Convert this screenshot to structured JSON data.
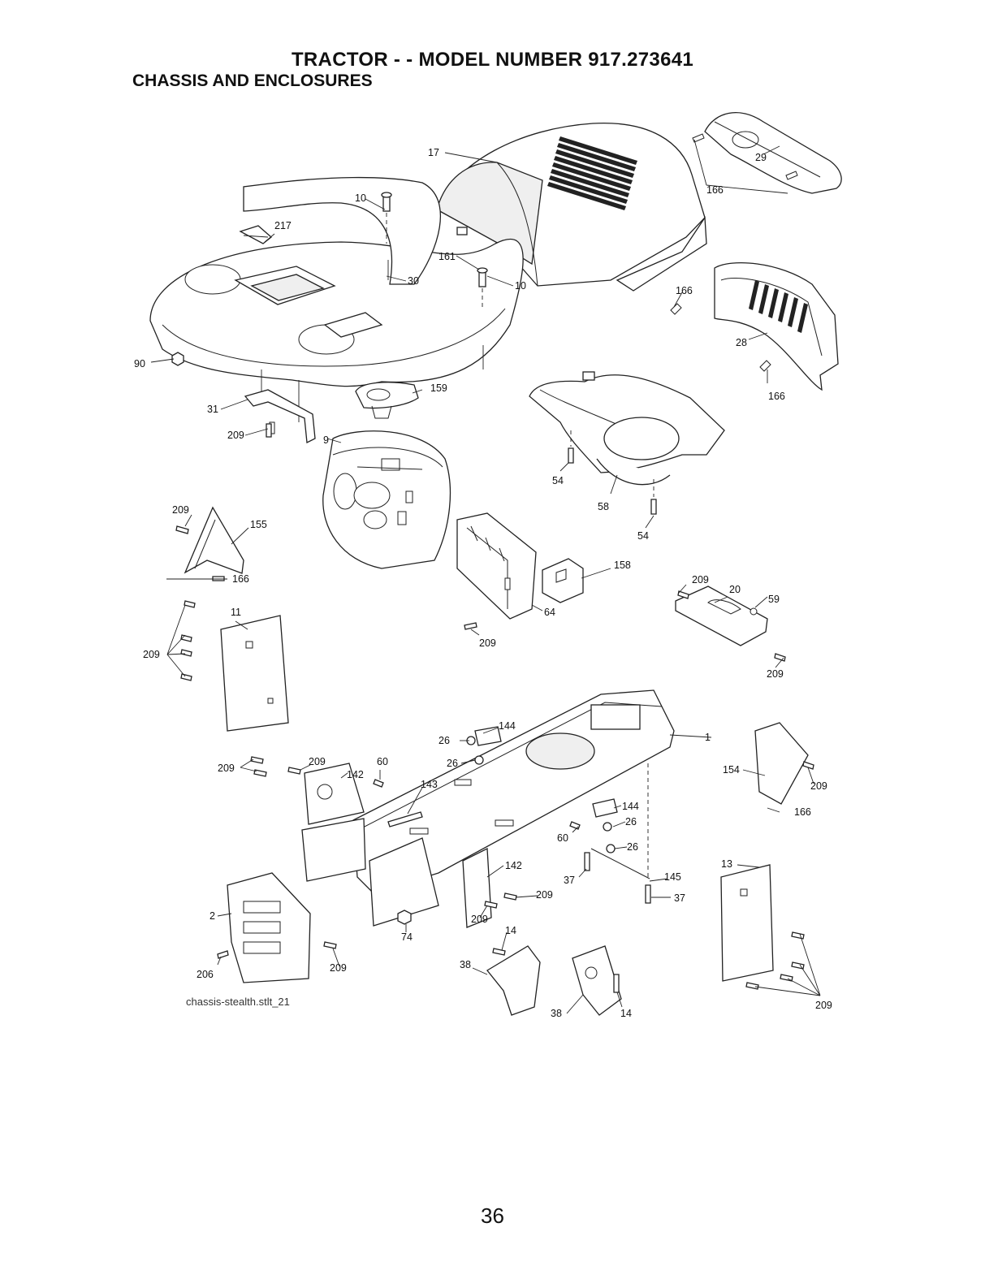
{
  "header": {
    "title": "TRACTOR - - MODEL NUMBER 917.273641",
    "subtitle": "CHASSIS AND ENCLOSURES"
  },
  "callouts": [
    {
      "id": "c-17a",
      "text": "17"
    },
    {
      "id": "c-29",
      "text": "29"
    },
    {
      "id": "c-166a",
      "text": "166"
    },
    {
      "id": "c-10a",
      "text": "10"
    },
    {
      "id": "c-217",
      "text": "217"
    },
    {
      "id": "c-161",
      "text": "161"
    },
    {
      "id": "c-10b",
      "text": "10"
    },
    {
      "id": "c-30",
      "text": "30"
    },
    {
      "id": "c-166b",
      "text": "166"
    },
    {
      "id": "c-28",
      "text": "28"
    },
    {
      "id": "c-166c",
      "text": "166"
    },
    {
      "id": "c-90",
      "text": "90"
    },
    {
      "id": "c-159",
      "text": "159"
    },
    {
      "id": "c-31",
      "text": "31"
    },
    {
      "id": "c-209a",
      "text": "209"
    },
    {
      "id": "c-9",
      "text": "9"
    },
    {
      "id": "c-54a",
      "text": "54"
    },
    {
      "id": "c-58",
      "text": "58"
    },
    {
      "id": "c-54b",
      "text": "54"
    },
    {
      "id": "c-209b",
      "text": "209"
    },
    {
      "id": "c-155",
      "text": "155"
    },
    {
      "id": "c-166d",
      "text": "166"
    },
    {
      "id": "c-158",
      "text": "158"
    },
    {
      "id": "c-209c",
      "text": "209"
    },
    {
      "id": "c-20",
      "text": "20"
    },
    {
      "id": "c-59",
      "text": "59"
    },
    {
      "id": "c-11",
      "text": "11"
    },
    {
      "id": "c-64",
      "text": "64"
    },
    {
      "id": "c-209d",
      "text": "209"
    },
    {
      "id": "c-209e",
      "text": "209"
    },
    {
      "id": "c-209f",
      "text": "209"
    },
    {
      "id": "c-144a",
      "text": "144"
    },
    {
      "id": "c-26a",
      "text": "26"
    },
    {
      "id": "c-1",
      "text": "1"
    },
    {
      "id": "c-26b",
      "text": "26"
    },
    {
      "id": "c-209g",
      "text": "209"
    },
    {
      "id": "c-209h",
      "text": "209"
    },
    {
      "id": "c-60a",
      "text": "60"
    },
    {
      "id": "c-142a",
      "text": "142"
    },
    {
      "id": "c-143",
      "text": "143"
    },
    {
      "id": "c-154",
      "text": "154"
    },
    {
      "id": "c-209i",
      "text": "209"
    },
    {
      "id": "c-144b",
      "text": "144"
    },
    {
      "id": "c-166e",
      "text": "166"
    },
    {
      "id": "c-26c",
      "text": "26"
    },
    {
      "id": "c-60b",
      "text": "60"
    },
    {
      "id": "c-26d",
      "text": "26"
    },
    {
      "id": "c-13",
      "text": "13"
    },
    {
      "id": "c-142b",
      "text": "142"
    },
    {
      "id": "c-37a",
      "text": "37"
    },
    {
      "id": "c-145",
      "text": "145"
    },
    {
      "id": "c-37b",
      "text": "37"
    },
    {
      "id": "c-209j",
      "text": "209"
    },
    {
      "id": "c-2",
      "text": "2"
    },
    {
      "id": "c-209k",
      "text": "209"
    },
    {
      "id": "c-14a",
      "text": "14"
    },
    {
      "id": "c-74",
      "text": "74"
    },
    {
      "id": "c-206",
      "text": "206"
    },
    {
      "id": "c-209l",
      "text": "209"
    },
    {
      "id": "c-38a",
      "text": "38"
    },
    {
      "id": "c-38b",
      "text": "38"
    },
    {
      "id": "c-14b",
      "text": "14"
    },
    {
      "id": "c-209m",
      "text": "209"
    }
  ],
  "footnote": "chassis-stealth.stlt_21",
  "page_number": "36"
}
